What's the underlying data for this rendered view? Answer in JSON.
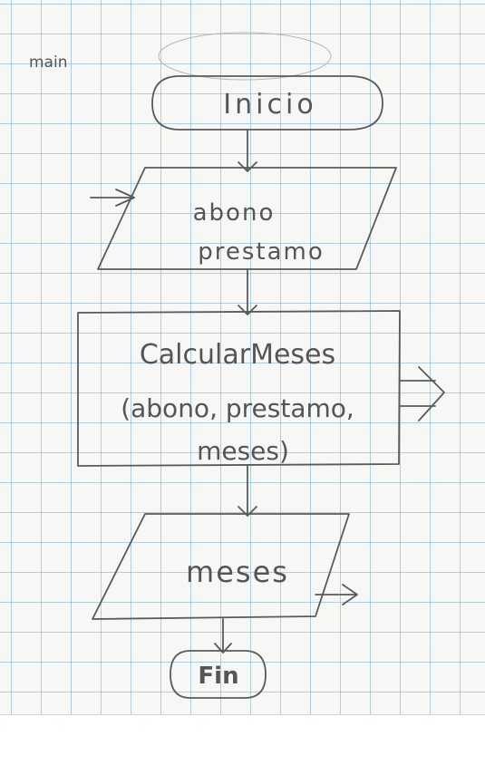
{
  "diagram": {
    "function_name": "main",
    "start_label": "Inicio",
    "input_label_1": "abono",
    "input_label_2": "prestamo",
    "process_line_1": "CalcularMeses",
    "process_line_2": "(abono, prestamo,",
    "process_line_3": "meses)",
    "output_label": "meses",
    "end_label": "Fin"
  },
  "colors": {
    "paper": "#f7f8f6",
    "grid": "#78aacd",
    "pencil": "#5a5a5a"
  }
}
